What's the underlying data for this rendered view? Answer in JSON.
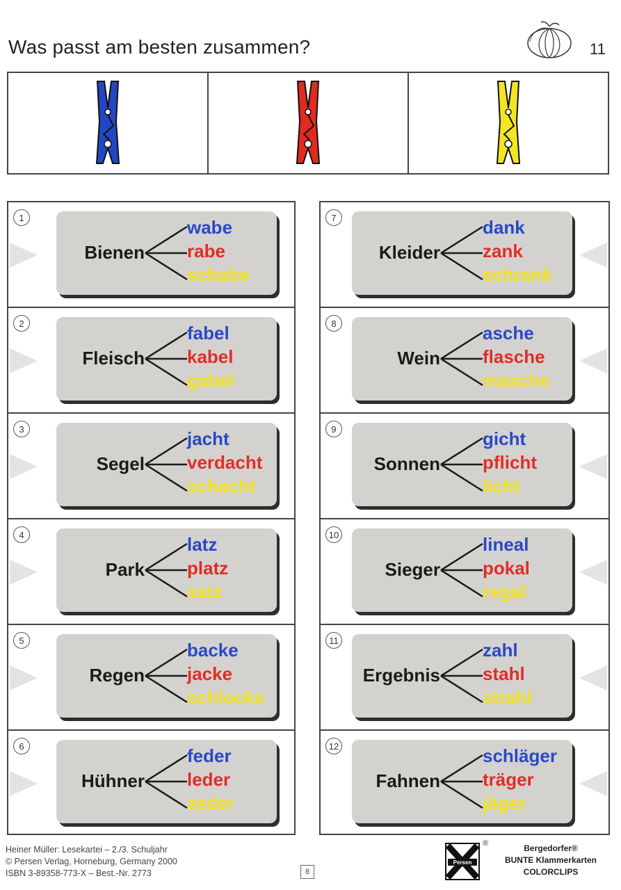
{
  "header": {
    "title": "Was passt am besten zusammen?",
    "page_number": "11"
  },
  "clips": [
    {
      "name": "blue-clothespin-icon",
      "color": "#2346c4"
    },
    {
      "name": "red-clothespin-icon",
      "color": "#e02a22"
    },
    {
      "name": "yellow-clothespin-icon",
      "color": "#f4e523"
    }
  ],
  "colors": {
    "blue": "#2a48c8",
    "red": "#e12d26",
    "yellow": "#f2e21c",
    "card": "#d4d2cf"
  },
  "cards_left": [
    {
      "number": "1",
      "word": "Bienen",
      "options": [
        "wabe",
        "rabe",
        "schabe"
      ]
    },
    {
      "number": "2",
      "word": "Fleisch",
      "options": [
        "fabel",
        "kabel",
        "gabel"
      ]
    },
    {
      "number": "3",
      "word": "Segel",
      "options": [
        "jacht",
        "verdacht",
        "schacht"
      ]
    },
    {
      "number": "4",
      "word": "Park",
      "options": [
        "latz",
        "platz",
        "satz"
      ]
    },
    {
      "number": "5",
      "word": "Regen",
      "options": [
        "backe",
        "jacke",
        "schlocke"
      ]
    },
    {
      "number": "6",
      "word": "Hühner",
      "options": [
        "feder",
        "leder",
        "zeder"
      ]
    }
  ],
  "cards_right": [
    {
      "number": "7",
      "word": "Kleider",
      "options": [
        "dank",
        "zank",
        "schrank"
      ]
    },
    {
      "number": "8",
      "word": "Wein",
      "options": [
        "asche",
        "flasche",
        "masche"
      ]
    },
    {
      "number": "9",
      "word": "Sonnen",
      "options": [
        "gicht",
        "pflicht",
        "licht"
      ]
    },
    {
      "number": "10",
      "word": "Sieger",
      "options": [
        "lineal",
        "pokal",
        "regal"
      ]
    },
    {
      "number": "11",
      "word": "Ergebnis",
      "options": [
        "zahl",
        "stahl",
        "strahl"
      ]
    },
    {
      "number": "12",
      "word": "Fahnen",
      "options": [
        "schläger",
        "träger",
        "jäger"
      ]
    }
  ],
  "footer": {
    "line1": "Heiner Müller: Lesekartei – 2./3. Schuljahr",
    "line2": "© Persen Verlag, Horneburg, Germany 2000",
    "line3": "ISBN 3-89358-773-X  –  Best.-Nr. 2773",
    "page_mark": "8",
    "logo_text": "Persen",
    "reg_mark": "®",
    "brand1": "Bergedorfer®",
    "brand2": "BUNTE Klammerkarten",
    "brand3": "COLORCLIPS"
  }
}
